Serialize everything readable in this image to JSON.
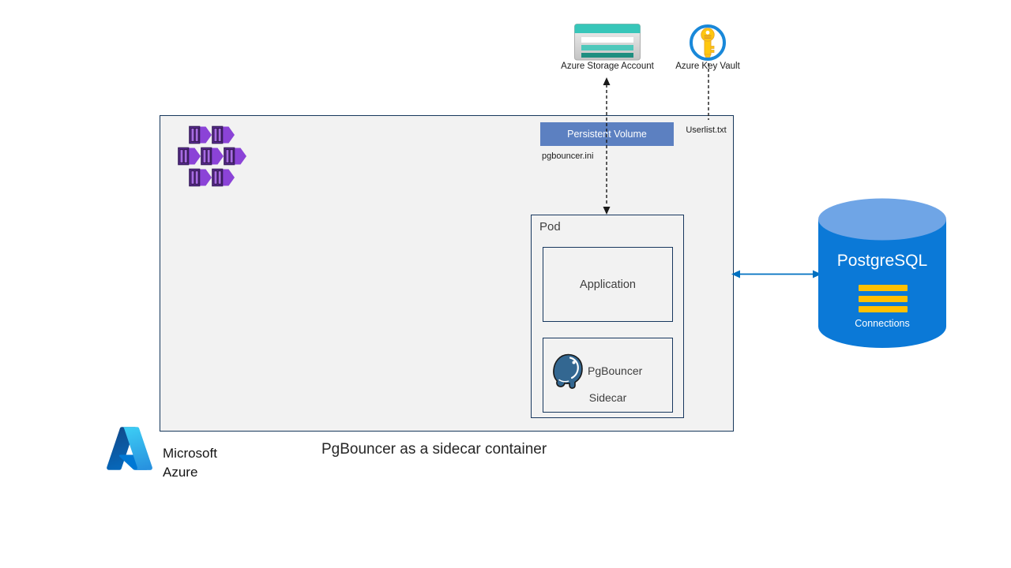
{
  "title": "PgBouncer as a sidecar container",
  "branding": {
    "line1": "Microsoft",
    "line2": "Azure"
  },
  "external_services": {
    "storage": {
      "label": "Azure Storage Account"
    },
    "key_vault": {
      "label": "Azure Key Vault"
    }
  },
  "cluster": {
    "persistent_volume": {
      "label": "Persistent Volume"
    },
    "files": {
      "userlist": "Userlist.txt",
      "pgbouncer_ini": "pgbouncer.ini"
    },
    "pod": {
      "label": "Pod",
      "application": {
        "label": "Application"
      },
      "sidecar": {
        "label": "PgBouncer",
        "sublabel": "Sidecar"
      }
    }
  },
  "database": {
    "name": "PostgreSQL",
    "sublabel": "Connections"
  },
  "colors": {
    "cluster_fill": "#F2F2F2",
    "box_border": "#16375B",
    "persistent_volume_fill": "#5C80C1",
    "container_purple": "#8B43D7",
    "storage_teal": "#37C6B9",
    "keyvault_ring": "#1988D9",
    "key_gold": "#FFC70F",
    "db_body": "#0B79D7",
    "db_top": "#6FA5E6",
    "db_bars": "#FFC000",
    "arrow_blue": "#0070C0",
    "postgres_logo_blue": "#336791"
  }
}
